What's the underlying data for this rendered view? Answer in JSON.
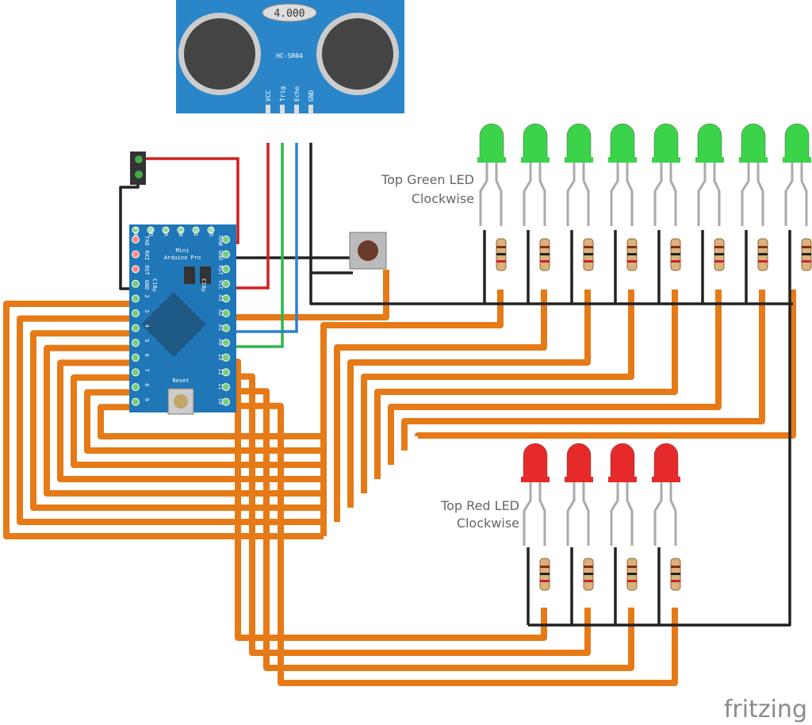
{
  "sensor": {
    "display": "4.000",
    "model": "HC-SR04",
    "pins": [
      "VCC",
      "Trig",
      "Echo",
      "GND"
    ]
  },
  "arduino": {
    "title_line1": "Mini",
    "title_line2": "Arduino Pro",
    "top_pins": [
      "BLK",
      "GND",
      "VCC",
      "RXI",
      "TXO",
      "GRN"
    ],
    "left_pins": [
      "TXO",
      "RXI",
      "RST",
      "GND",
      "2",
      "3",
      "4",
      "5",
      "6",
      "7",
      "8",
      "9"
    ],
    "right_pins": [
      "RAW",
      "GND",
      "RST",
      "VCC",
      "A3",
      "A2",
      "A1",
      "A0",
      "13",
      "12",
      "11",
      "10"
    ],
    "reset_label": "Reset",
    "cap_labels": [
      "C10μ",
      "C10μ"
    ]
  },
  "labels": {
    "green_line1": "Top Green LED",
    "green_line2": "Clockwise",
    "red_line1": "Top Red LED",
    "red_line2": "Clockwise",
    "brand": "fritzing"
  },
  "colors": {
    "orange_wire": "#e57a17",
    "black_wire": "#222222",
    "red_wire": "#d11f1f",
    "green_wire": "#2db84a",
    "blue_wire": "#2f7fd1",
    "board_blue": "#1f77b8",
    "green_led": "#3ad34a",
    "red_led": "#e62929"
  },
  "counts": {
    "green_leds": 8,
    "red_leds": 4
  }
}
